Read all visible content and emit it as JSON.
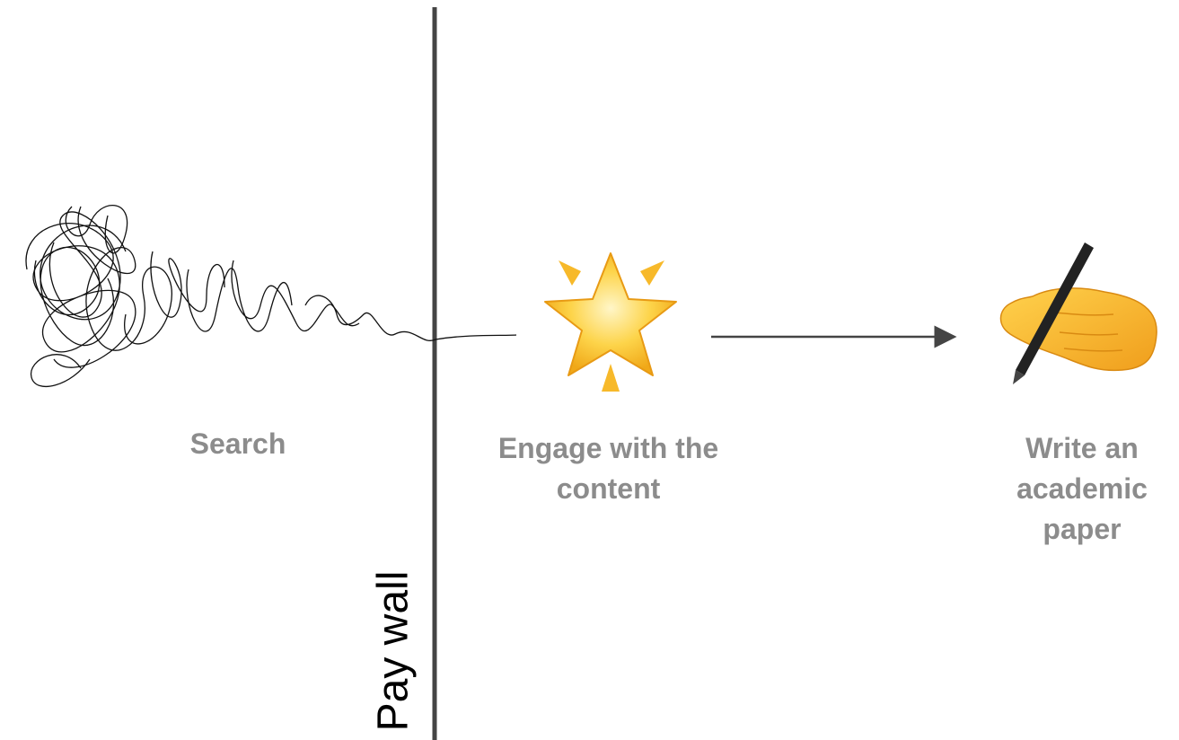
{
  "steps": {
    "search": {
      "label": "Search",
      "icon": "scribble-icon"
    },
    "engage": {
      "label": "Engage with the\ncontent",
      "icon": "glowing-star-icon"
    },
    "write": {
      "label": "Write an\nacademic\npaper",
      "icon": "writing-hand-icon"
    }
  },
  "paywall": {
    "label": "Pay wall"
  },
  "colors": {
    "label_gray": "#8c8c8c",
    "wall": "#444444",
    "star_yellow": "#fbc531",
    "hand_yellow": "#f5b82e"
  }
}
